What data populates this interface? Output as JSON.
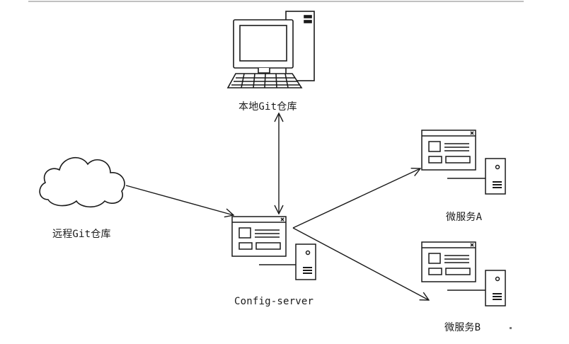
{
  "diagram": {
    "nodes": {
      "local_repo": {
        "label": "本地Git仓库",
        "icon": "desktop-computer-icon"
      },
      "remote_repo": {
        "label": "远程Git仓库",
        "icon": "cloud-icon"
      },
      "config_server": {
        "label": "Config-server",
        "icon": "app-window-server-icon"
      },
      "service_a": {
        "label": "微服务A",
        "icon": "app-window-server-icon"
      },
      "service_b": {
        "label": "微服务B",
        "icon": "app-window-server-icon"
      }
    },
    "edges": [
      {
        "from": "remote_repo",
        "to": "config_server",
        "direction": "one-way"
      },
      {
        "from": "local_repo",
        "to": "config_server",
        "direction": "two-way"
      },
      {
        "from": "config_server",
        "to": "service_a",
        "direction": "one-way"
      },
      {
        "from": "config_server",
        "to": "service_b",
        "direction": "one-way"
      }
    ],
    "colors": {
      "stroke": "#1a1a1a",
      "background": "#ffffff",
      "top_rule": "#9a9a9a"
    }
  }
}
